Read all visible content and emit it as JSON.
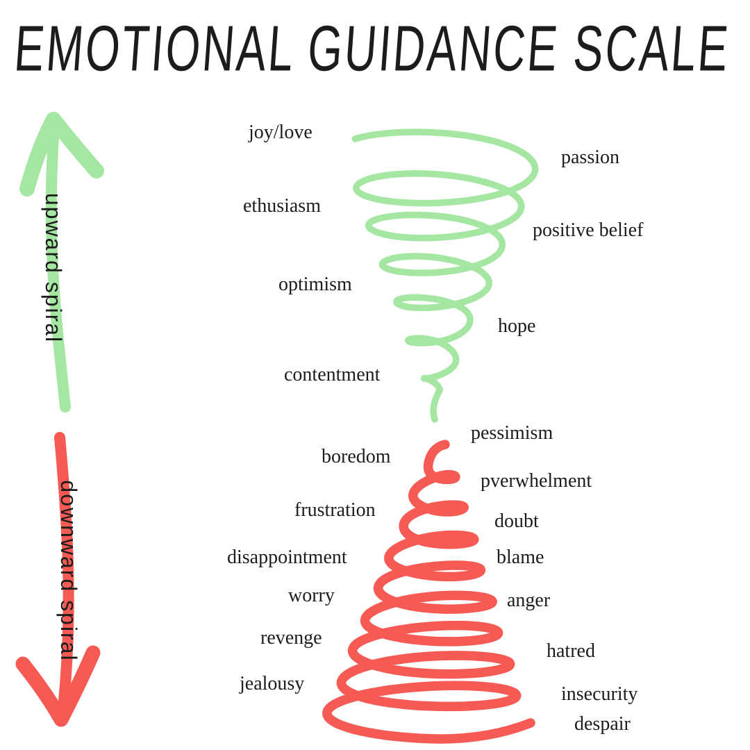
{
  "title": "EMOTIONAL GUIDANCE SCALE",
  "colors": {
    "green": "#a5e7a2",
    "red": "#f65a54",
    "ink": "#1c1c1c"
  },
  "icons": {
    "up_arrow": "up-arrow-icon",
    "down_arrow": "down-arrow-icon"
  },
  "upward_spiral": {
    "axis_label": "upward spiral",
    "direction": "up",
    "emotions": [
      {
        "text": "joy/love",
        "side": "left"
      },
      {
        "text": "passion",
        "side": "right"
      },
      {
        "text": "ethusiasm",
        "side": "left"
      },
      {
        "text": "positive belief",
        "side": "right"
      },
      {
        "text": "optimism",
        "side": "left"
      },
      {
        "text": "hope",
        "side": "right"
      },
      {
        "text": "contentment",
        "side": "left"
      }
    ]
  },
  "downward_spiral": {
    "axis_label": "downward spiral",
    "direction": "down",
    "emotions": [
      {
        "text": "pessimism",
        "side": "right"
      },
      {
        "text": "boredom",
        "side": "left"
      },
      {
        "text": "pverwhelment",
        "side": "right"
      },
      {
        "text": "frustration",
        "side": "left"
      },
      {
        "text": "doubt",
        "side": "right"
      },
      {
        "text": "disappointment",
        "side": "left"
      },
      {
        "text": "blame",
        "side": "right"
      },
      {
        "text": "worry",
        "side": "left"
      },
      {
        "text": "anger",
        "side": "right"
      },
      {
        "text": "revenge",
        "side": "left"
      },
      {
        "text": "hatred",
        "side": "right"
      },
      {
        "text": "jealousy",
        "side": "left"
      },
      {
        "text": "insecurity",
        "side": "right"
      },
      {
        "text": "despair",
        "side": "right"
      }
    ]
  }
}
